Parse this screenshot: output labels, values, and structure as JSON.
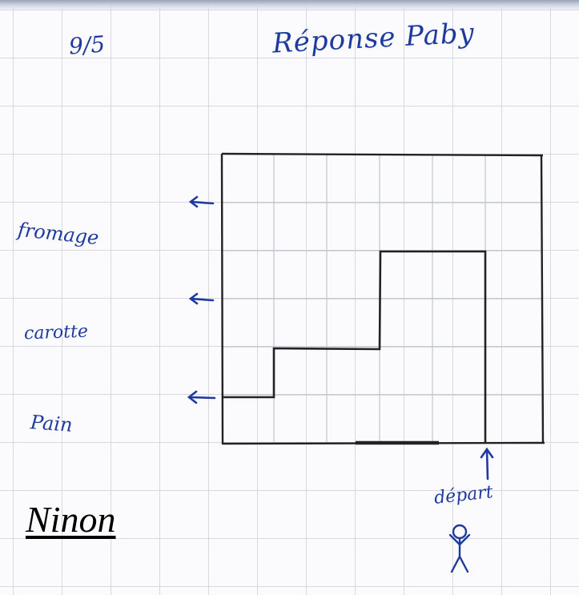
{
  "page": {
    "date": "9/5",
    "heading": "Réponse Paby",
    "labels": {
      "fromage": "fromage",
      "carotte": "carotte",
      "pain": "Pain",
      "depart": "départ"
    },
    "author": "Ninon"
  },
  "colors": {
    "ink": "#1f3a9e",
    "pencil": "#222222",
    "grid": "#d6d9e0"
  },
  "icons": [
    "arrow-left-icon",
    "arrow-up-icon",
    "stick-figure-icon"
  ]
}
